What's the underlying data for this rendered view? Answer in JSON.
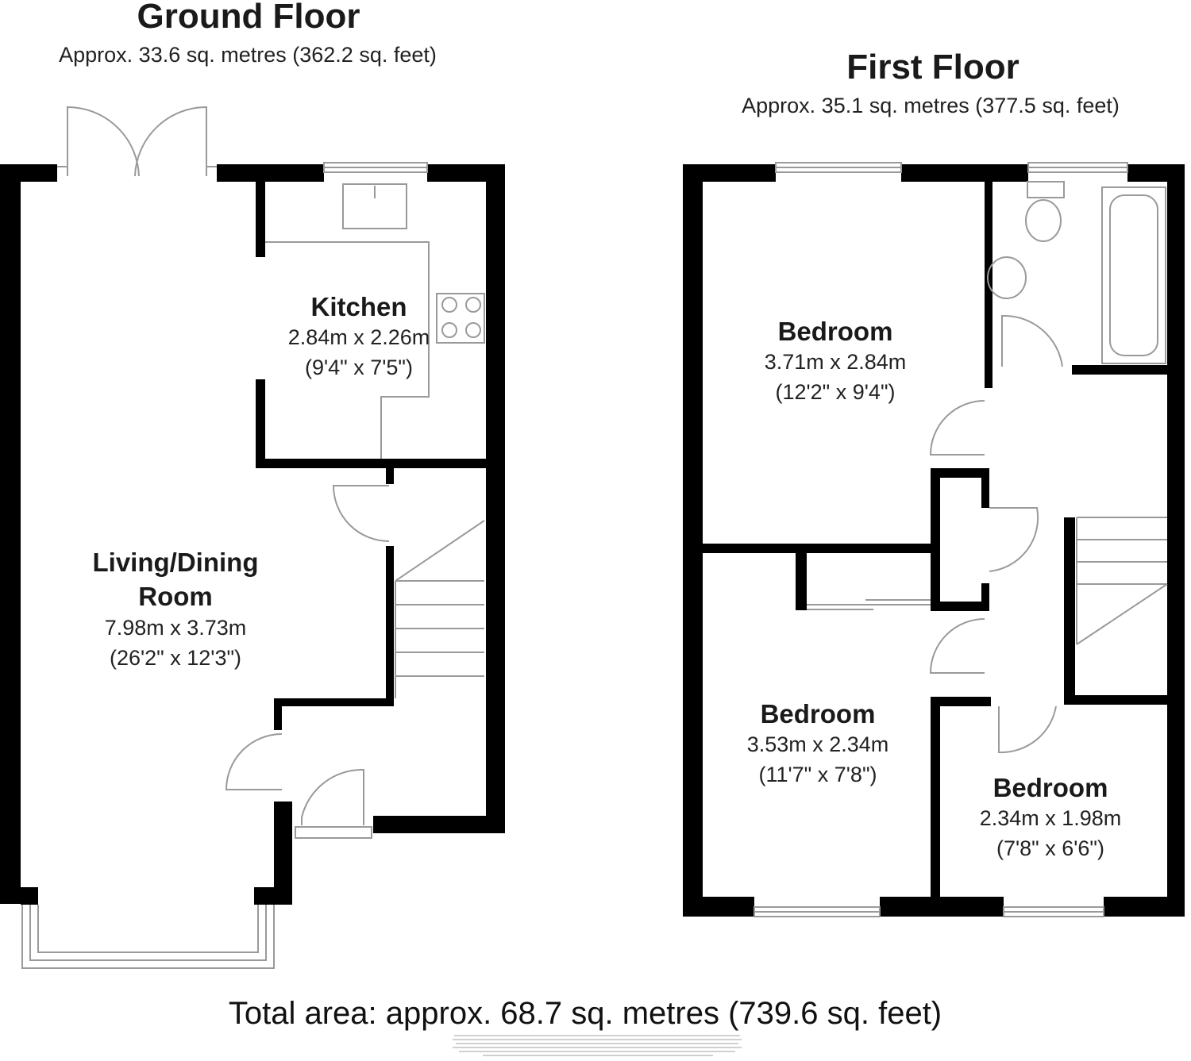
{
  "ground_floor": {
    "title": "Ground Floor",
    "area": "Approx. 33.6 sq. metres (362.2 sq. feet)",
    "rooms": [
      {
        "name": "Kitchen",
        "metric": "2.84m x 2.26m",
        "imperial": "(9'4\" x 7'5\")"
      },
      {
        "name_line1": "Living/Dining",
        "name_line2": "Room",
        "metric": "7.98m x 3.73m",
        "imperial": "(26'2\" x 12'3\")"
      }
    ]
  },
  "first_floor": {
    "title": "First Floor",
    "area": "Approx. 35.1 sq. metres (377.5 sq. feet)",
    "rooms": [
      {
        "name": "Bedroom",
        "metric": "3.71m x 2.84m",
        "imperial": "(12'2\" x 9'4\")"
      },
      {
        "name": "Bedroom",
        "metric": "3.53m x 2.34m",
        "imperial": "(11'7\" x 7'8\")"
      },
      {
        "name": "Bedroom",
        "metric": "2.34m x 1.98m",
        "imperial": "(7'8\" x 6'6\")"
      }
    ]
  },
  "total_area": "Total area: approx. 68.7 sq. metres (739.6 sq. feet)",
  "colors": {
    "wall": "#000000",
    "fixture_line": "#9a9a9a",
    "background": "#ffffff"
  }
}
